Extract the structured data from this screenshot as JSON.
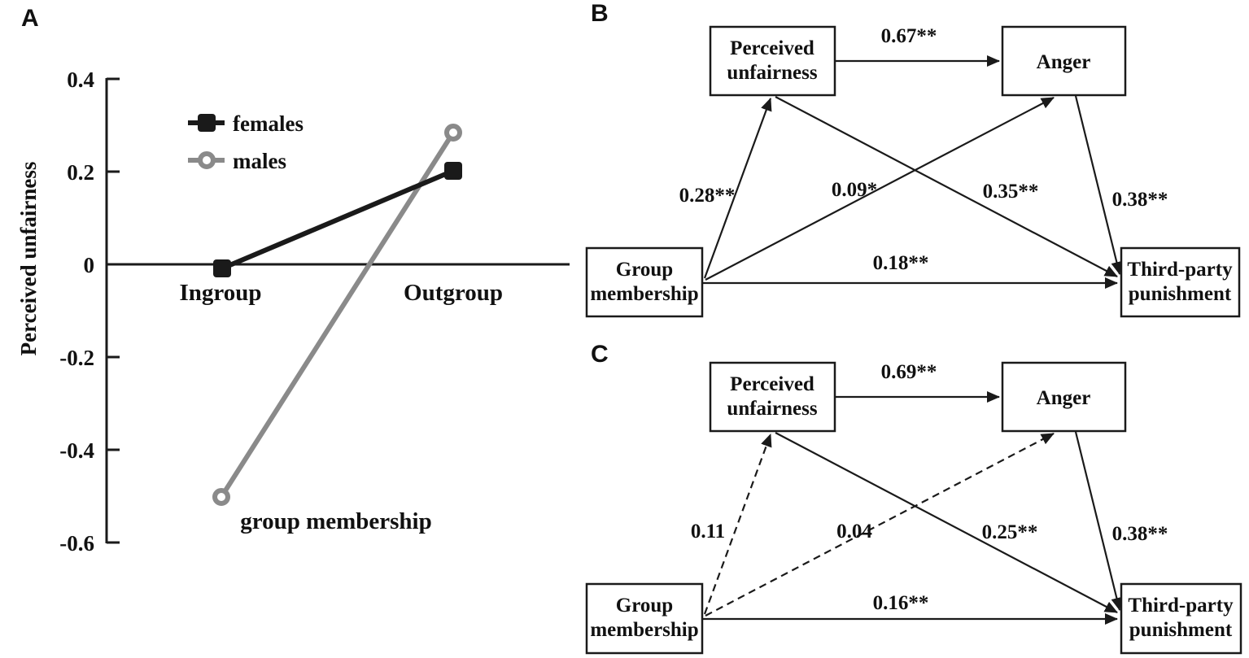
{
  "figure": {
    "background": "#ffffff",
    "black": "#1a1a1a",
    "gray": "#8a8a8a"
  },
  "chart_data": {
    "type": "line",
    "title": "",
    "xlabel": "group membership",
    "ylabel": "Perceived unfairness",
    "categories": [
      "Ingroup",
      "Outgroup"
    ],
    "series": [
      {
        "name": "females",
        "marker": "filled-square",
        "color": "#1a1a1a",
        "values": [
          -0.01,
          0.2
        ]
      },
      {
        "name": "males",
        "marker": "open-circle",
        "color": "#8a8a8a",
        "values": [
          -0.5,
          0.28
        ]
      }
    ],
    "ylim": [
      -0.6,
      0.4
    ],
    "yticks": [
      0.4,
      0.2,
      0,
      -0.2,
      -0.4,
      -0.6
    ],
    "grid": false,
    "legend_position": "upper-left-inside"
  },
  "panel_a": {
    "label": "A",
    "y_axis_label": "Perceived unfairness",
    "x_axis_label": "group membership",
    "y_ticks": [
      "0.4",
      "0.2",
      "0",
      "-0.2",
      "-0.4",
      "-0.6"
    ],
    "x_categories": [
      "Ingroup",
      "Outgroup"
    ],
    "legend": {
      "females": "females",
      "males": "males"
    }
  },
  "panel_b": {
    "label": "B",
    "boxes": {
      "perceived_unfairness": {
        "lines": [
          "Perceived",
          "unfairness"
        ]
      },
      "anger": {
        "lines": [
          "Anger"
        ]
      },
      "group_membership": {
        "lines": [
          "Group",
          "membership"
        ]
      },
      "third_party_punishment": {
        "lines": [
          "Third-party",
          "punishment"
        ]
      }
    },
    "paths": [
      {
        "from": "Perceived unfairness",
        "to": "Anger",
        "coef": "0.67**",
        "style": "solid"
      },
      {
        "from": "Group membership",
        "to": "Perceived unfairness",
        "coef": "0.28**",
        "style": "solid"
      },
      {
        "from": "Group membership",
        "to": "Anger",
        "coef": "0.09*",
        "style": "solid"
      },
      {
        "from": "Perceived unfairness",
        "to": "Third-party punishment",
        "coef": "0.35**",
        "style": "solid"
      },
      {
        "from": "Anger",
        "to": "Third-party punishment",
        "coef": "0.38**",
        "style": "solid"
      },
      {
        "from": "Group membership",
        "to": "Third-party punishment",
        "coef": "0.18**",
        "style": "solid"
      }
    ]
  },
  "panel_c": {
    "label": "C",
    "boxes": {
      "perceived_unfairness": {
        "lines": [
          "Perceived",
          "unfairness"
        ]
      },
      "anger": {
        "lines": [
          "Anger"
        ]
      },
      "group_membership": {
        "lines": [
          "Group",
          "membership"
        ]
      },
      "third_party_punishment": {
        "lines": [
          "Third-party",
          "punishment"
        ]
      }
    },
    "paths": [
      {
        "from": "Perceived unfairness",
        "to": "Anger",
        "coef": "0.69**",
        "style": "solid"
      },
      {
        "from": "Group membership",
        "to": "Perceived unfairness",
        "coef": "0.11",
        "style": "dashed"
      },
      {
        "from": "Group membership",
        "to": "Anger",
        "coef": "0.04",
        "style": "dashed"
      },
      {
        "from": "Perceived unfairness",
        "to": "Third-party punishment",
        "coef": "0.25**",
        "style": "solid"
      },
      {
        "from": "Anger",
        "to": "Third-party punishment",
        "coef": "0.38**",
        "style": "solid"
      },
      {
        "from": "Group membership",
        "to": "Third-party punishment",
        "coef": "0.16**",
        "style": "solid"
      }
    ]
  }
}
